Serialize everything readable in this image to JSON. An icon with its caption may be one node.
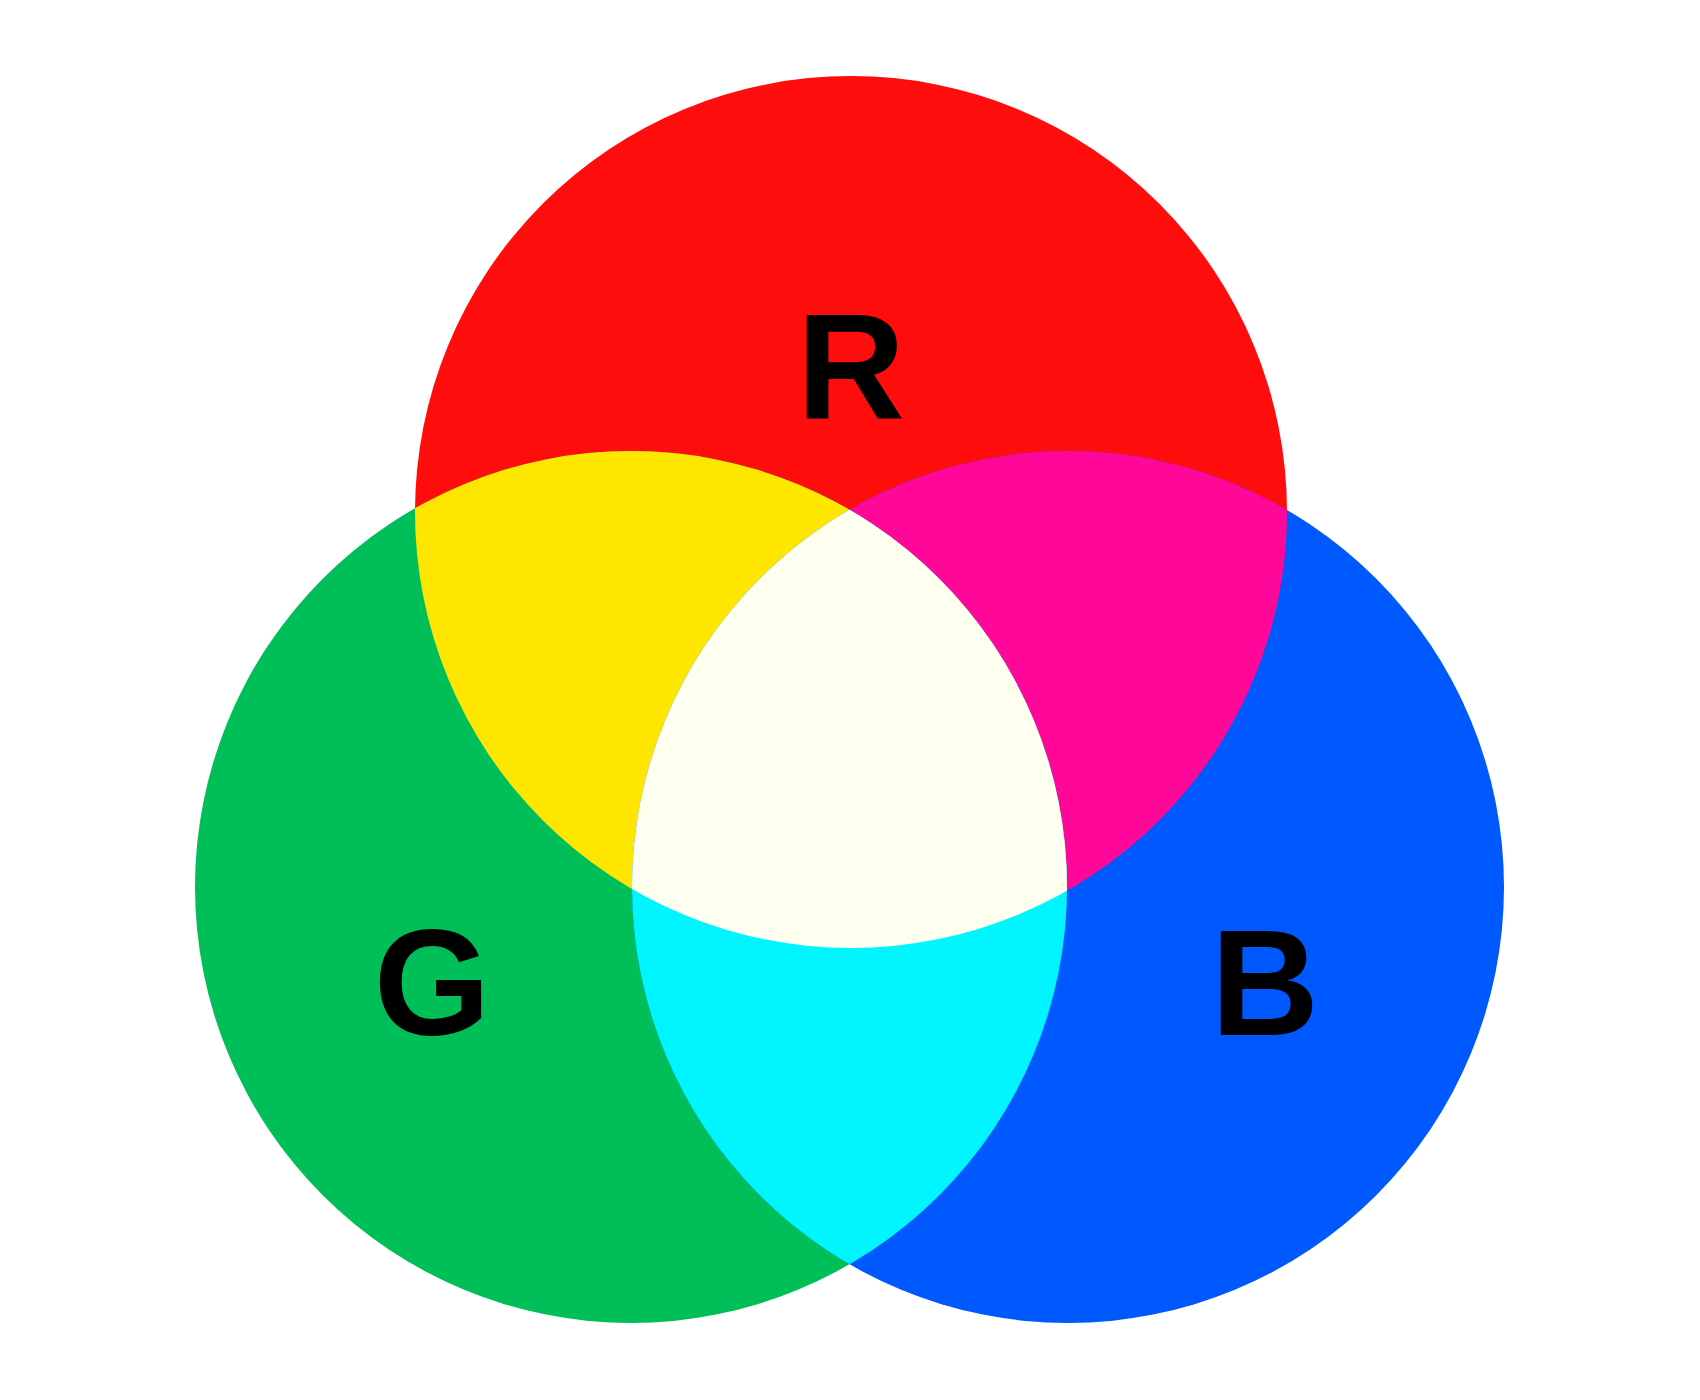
{
  "diagram": {
    "nodes": [
      {
        "text": [
          "R"
        ]
      },
      {
        "text": [
          "G"
        ]
      },
      {
        "text": [
          "B"
        ]
      }
    ]
  }
}
